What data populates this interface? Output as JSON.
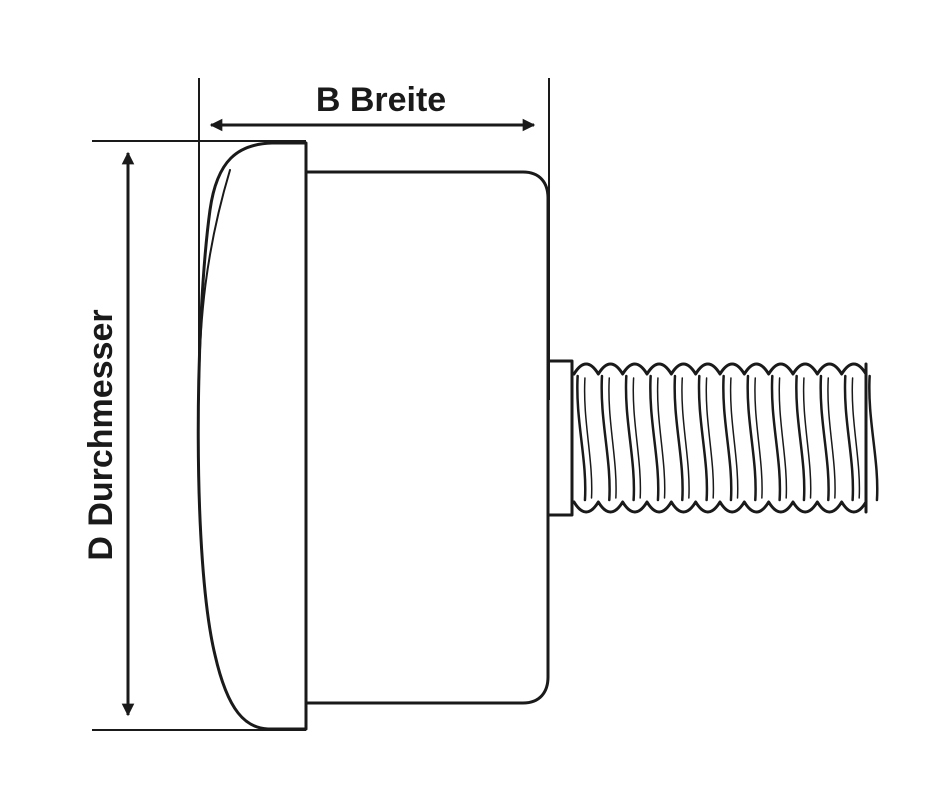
{
  "labels": {
    "width": "B Breite",
    "diameter": "D Durchmesser"
  },
  "colors": {
    "stroke": "#1a1a1a",
    "background": "#ffffff"
  },
  "thread": {
    "turns": 12
  }
}
